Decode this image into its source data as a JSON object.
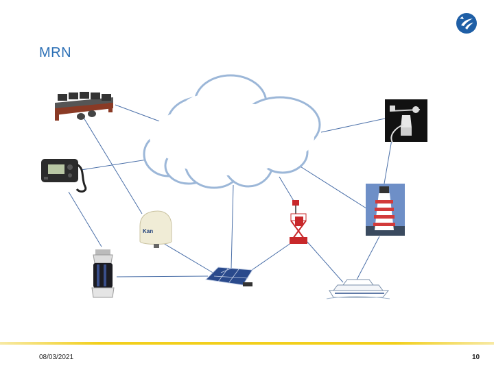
{
  "slide": {
    "title": "MRN",
    "date": "08/03/2021",
    "page_number": "10"
  },
  "colors": {
    "title": "#2b6fb5",
    "connector": "#4a6fa8",
    "cloud_fill": "#ffffff",
    "cloud_stroke": "#9cb7d8",
    "footer_line": "#f2cf1c",
    "logo": "#1f5fa6"
  },
  "diagram": {
    "center_node": "cloud",
    "nodes": [
      "control-room",
      "vhf-radio",
      "satellite-antenna",
      "buoy-lantern",
      "solar-panel",
      "marker-buoy",
      "weather-station",
      "lighthouse",
      "passenger-ship"
    ],
    "photo_text": {
      "antenna_brand": "Kan"
    }
  }
}
